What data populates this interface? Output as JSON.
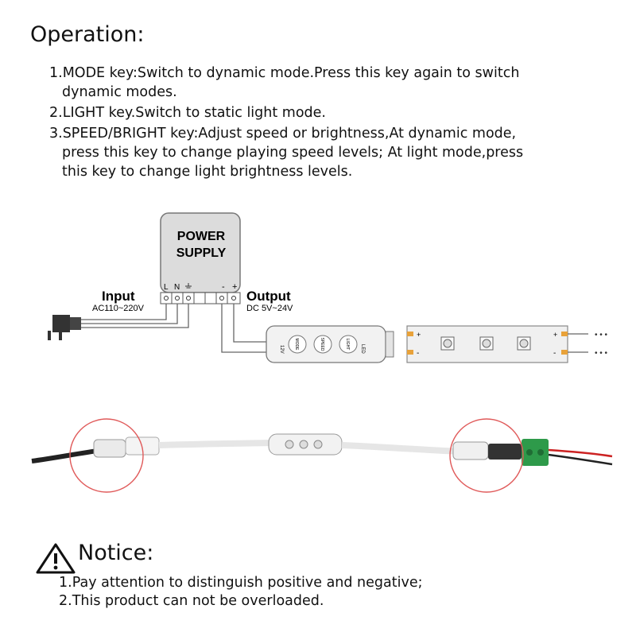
{
  "operation": {
    "title": "Operation:",
    "steps": [
      {
        "line1": "1.MODE key:Switch to dynamic mode.Press this key again to switch",
        "line2": "dynamic modes."
      },
      {
        "line1": "2.LIGHT key.Switch to static light mode."
      },
      {
        "line1": "3.SPEED/BRIGHT key:Adjust speed or brightness,At dynamic mode,",
        "line2": "press this key to change playing speed levels; At light mode,press",
        "line3": "this key to change light brightness levels."
      }
    ]
  },
  "diagram": {
    "power_supply": {
      "line1": "POWER",
      "line2": "SUPPLY",
      "terminal_l": "L",
      "terminal_n": "N",
      "terminal_minus": "-",
      "terminal_plus": "+"
    },
    "input": {
      "label": "Input",
      "spec": "AC110~220V"
    },
    "output": {
      "label": "Output",
      "spec": "DC 5V~24V"
    },
    "controller": {
      "btn1": "MODE",
      "btn2": "SPEED",
      "btn3": "LIGHT",
      "label_12v": "12V",
      "label_led": "LED"
    },
    "strip": {
      "plus": "+",
      "minus": "-",
      "ellipsis": "• • •"
    }
  },
  "colors": {
    "wire": "#555555",
    "box": "#d9d9d9",
    "pad": "#e8a23a",
    "red_circle": "#e05a5a",
    "green_terminal": "#2e9a4a"
  },
  "notice": {
    "title": "Notice:",
    "icon": "warning-triangle-icon",
    "items": [
      "1.Pay attention to distinguish positive and negative;",
      "2.This product can not be overloaded."
    ]
  }
}
